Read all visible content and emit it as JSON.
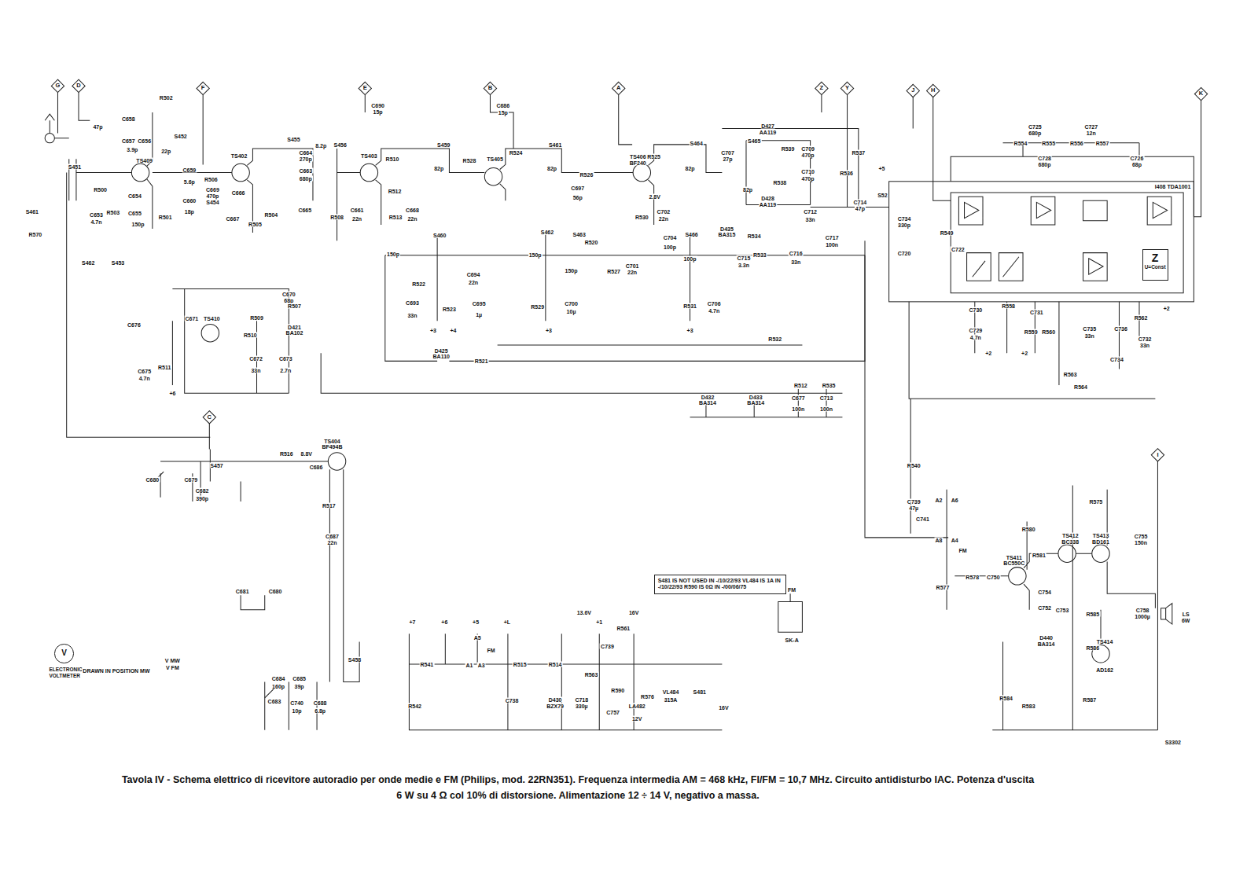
{
  "diagram": {
    "caption": "Tavola IV - Schema elettrico di ricevitore autoradio per onde medie e FM (Philips, mod. 22RN351). Frequenza intermedia AM = 468 kHz, FI/FM = 10,7 MHz. Circuito antidisturbo IAC. Potenza d'uscita 6 W su 4 Ω col 10% di distorsione. Alimentazione 12 ÷ 14 V, negativo a massa.",
    "nodes": [
      {
        "text": [
          "S481 IS NOT USED IN -/10/22/93 VL484 IS 1A IN -/10/22/93 R590 IS 0Ω IN -/00/06/75"
        ]
      },
      {
        "text": [
          "I408 TDA1001"
        ]
      },
      {
        "text": [
          "Z",
          "U=Const"
        ],
        "in": 1
      },
      {
        "text": [
          "V",
          "ELECTRONIC VOLTMETER"
        ]
      }
    ],
    "labels": [
      "G",
      "D",
      "F",
      "E",
      "B",
      "A",
      "Z",
      "Y",
      "J",
      "H",
      "K",
      "C",
      "I",
      "R502",
      "C658",
      "C657",
      "C656",
      "S452",
      "3.9p",
      "22p",
      "TS409",
      "C654",
      "C655",
      "150p",
      "R501",
      "R500",
      "R503",
      "C653",
      "4.7n",
      "S451",
      "S461",
      "R570",
      "S462",
      "S453",
      "47p",
      "TS402",
      "C659",
      "5.6p",
      "C660",
      "18p",
      "R506",
      "C669",
      "470p",
      "S454",
      "C666",
      "C667",
      "R505",
      "R504",
      "S455",
      "C664",
      "270p",
      "C663",
      "680p",
      "C665",
      "8.2p",
      "S456",
      "R508",
      "C661",
      "22n",
      "TS403",
      "R510",
      "R512",
      "R513",
      "C668",
      "22n",
      "C690",
      "15p",
      "S459",
      "R528",
      "82p",
      "S460",
      "150p",
      "C694",
      "22n",
      "R522",
      "C693",
      "33n",
      "R523",
      "C695",
      "1µ",
      "+3",
      "+4",
      "C686",
      "15p",
      "R524",
      "TS405",
      "S461",
      "82p",
      "C697",
      "56p",
      "S462",
      "S463",
      "150p",
      "150p",
      "R520",
      "R527",
      "C701",
      "22n",
      "R529",
      "C700",
      "10µ",
      "+3",
      "TS406",
      "BF240",
      "R525",
      "R526",
      "2.8V",
      "R530",
      "C702",
      "22n",
      "C704",
      "100p",
      "S464",
      "82p",
      "C707",
      "27p",
      "S465",
      "82p",
      "S466",
      "100p",
      "R531",
      "C706",
      "4.7n",
      "+3",
      "D427",
      "AA119",
      "R539",
      "C709",
      "470p",
      "C710",
      "470p",
      "D428",
      "AA119",
      "R538",
      "R537",
      "R536",
      "+5",
      "S52",
      "C712",
      "33n",
      "C714",
      "47p",
      "D435",
      "BA315",
      "R534",
      "C717",
      "100n",
      "C715",
      "3.3n",
      "R533",
      "C716",
      "33n",
      "R532",
      "R521",
      "D425",
      "BA110",
      "D432",
      "BA314",
      "D433",
      "BA314",
      "R512",
      "R535",
      "C677",
      "100n",
      "C713",
      "100n",
      "C670",
      "68p",
      "R507",
      "R509",
      "D421",
      "BA102",
      "R510",
      "R511",
      "C671",
      "C676",
      "TS410",
      "C672",
      "33n",
      "C673",
      "2.7n",
      "C675",
      "4.7n",
      "+6",
      "S457",
      "R516",
      "TS404",
      "BF494B",
      "8.8V",
      "C686",
      "R517",
      "C682",
      "390p",
      "C680",
      "C679",
      "C687",
      "22n",
      "C681",
      "C680",
      "S458",
      "C684",
      "160p",
      "C685",
      "39p",
      "C683",
      "C740",
      "10p",
      "C688",
      "6.8p",
      "+7",
      "+6",
      "+5",
      "+L",
      "13.6V",
      "+1",
      "16V",
      "R541",
      "R542",
      "A1",
      "A3",
      "A5",
      "FM",
      "R515",
      "R514",
      "C738",
      "D430",
      "BZX79",
      "C718",
      "330µ",
      "R563",
      "R590",
      "C757",
      "R561",
      "C739",
      "R576",
      "LA482",
      "12V",
      "VL484",
      "315A",
      "S481",
      "16V",
      "R540",
      "C739",
      "47µ",
      "A2",
      "A6",
      "C741",
      "A8",
      "A4",
      "FM",
      "R577",
      "R578",
      "C750",
      "TS411",
      "BC550C",
      "R580",
      "R581",
      "C754",
      "C752",
      "TS412",
      "BC338",
      "TS413",
      "BD161",
      "R575",
      "C755",
      "150n",
      "C758",
      "1000µ",
      "LS",
      "6W",
      "R585",
      "D440",
      "BA314",
      "TS414",
      "AD162",
      "R586",
      "R587",
      "R584",
      "R583",
      "C753",
      "C725",
      "680p",
      "C727",
      "12n",
      "R554",
      "R555",
      "R556",
      "R557",
      "C728",
      "680p",
      "C726",
      "68p",
      "C734",
      "330p",
      "R549",
      "C722",
      "C720",
      "C729",
      "4.7n",
      "C730",
      "R558",
      "C731",
      "R559",
      "R560",
      "C735",
      "33n",
      "C736",
      "C732",
      "33n",
      "C734",
      "R563",
      "R564",
      "R562",
      "+2",
      "+2",
      "+2",
      "DRAWN IN POSITION MW",
      "V MW",
      "V FM",
      "FM",
      "SK-A",
      "S3302"
    ]
  }
}
